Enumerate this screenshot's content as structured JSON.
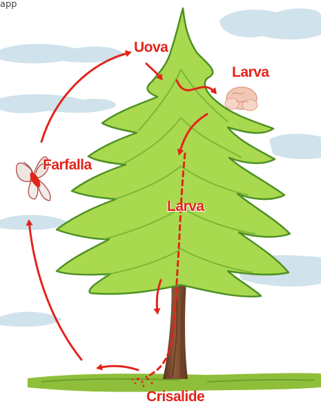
{
  "caption": "app",
  "stages": {
    "eggs": "Uova",
    "larva_nest": "Larva",
    "larva_descending": "Larva",
    "pupa": "Crisalide",
    "adult": "Farfalla"
  },
  "colors": {
    "accent": "#e2231a",
    "sky": "#c8dde8",
    "tree_light": "#a9d94e",
    "tree_dark": "#4e8f25",
    "trunk": "#7a4a2c",
    "ground": "#8fbf3a",
    "nest": "#f2c7b6"
  }
}
